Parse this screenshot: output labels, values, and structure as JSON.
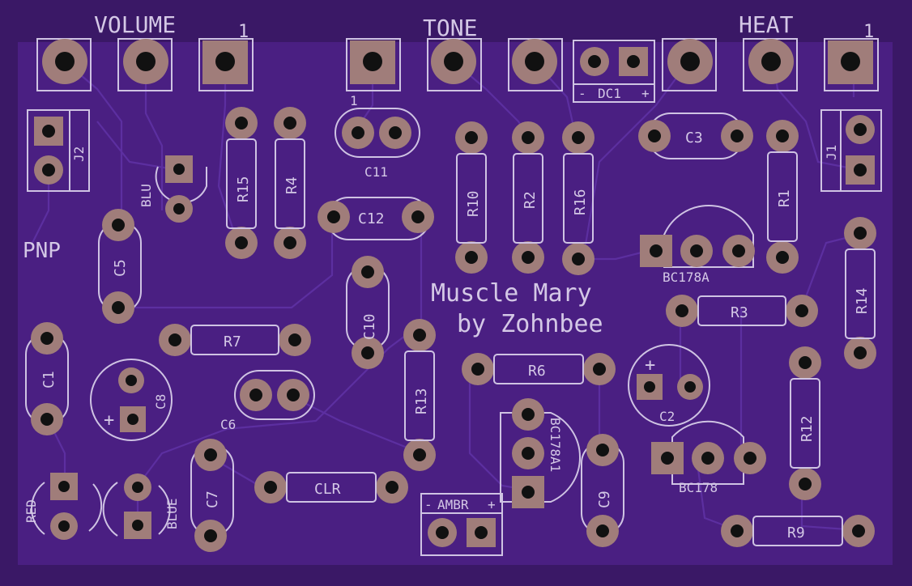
{
  "board": {
    "title": "Muscle Mary",
    "subtitle": "by Zohnbee",
    "pnp_label": "PNP",
    "colors": {
      "board_edge": "#3a1866",
      "board_fill": "#4a1f82",
      "trace": "#5c2fa0",
      "pad": "#a07d7a",
      "silkscreen": "#cfc3e3"
    }
  },
  "pots": {
    "volume": "VOLUME",
    "tone": "TONE",
    "heat": "HEAT",
    "pin1": "1"
  },
  "connectors": {
    "dc1": "DC1",
    "dc_minus": "-",
    "dc_plus": "+",
    "ambr": "AMBR",
    "ambr_minus": "-",
    "ambr_plus": "+",
    "j1": "J1",
    "j2": "J2"
  },
  "resistors": [
    "R15",
    "R4",
    "R10",
    "R2",
    "R16",
    "R1",
    "R14",
    "R3",
    "R7",
    "R6",
    "R13",
    "R12",
    "R9",
    "CLR"
  ],
  "capacitors": [
    "C11",
    "C12",
    "C3",
    "C5",
    "C10",
    "C1",
    "C8",
    "C6",
    "C7",
    "C9",
    "C2"
  ],
  "transistors": [
    "BC178A",
    "BC178A1",
    "BC178"
  ],
  "leds": [
    "BLU",
    "RED",
    "BLUE"
  ],
  "c11_pin1": "1"
}
